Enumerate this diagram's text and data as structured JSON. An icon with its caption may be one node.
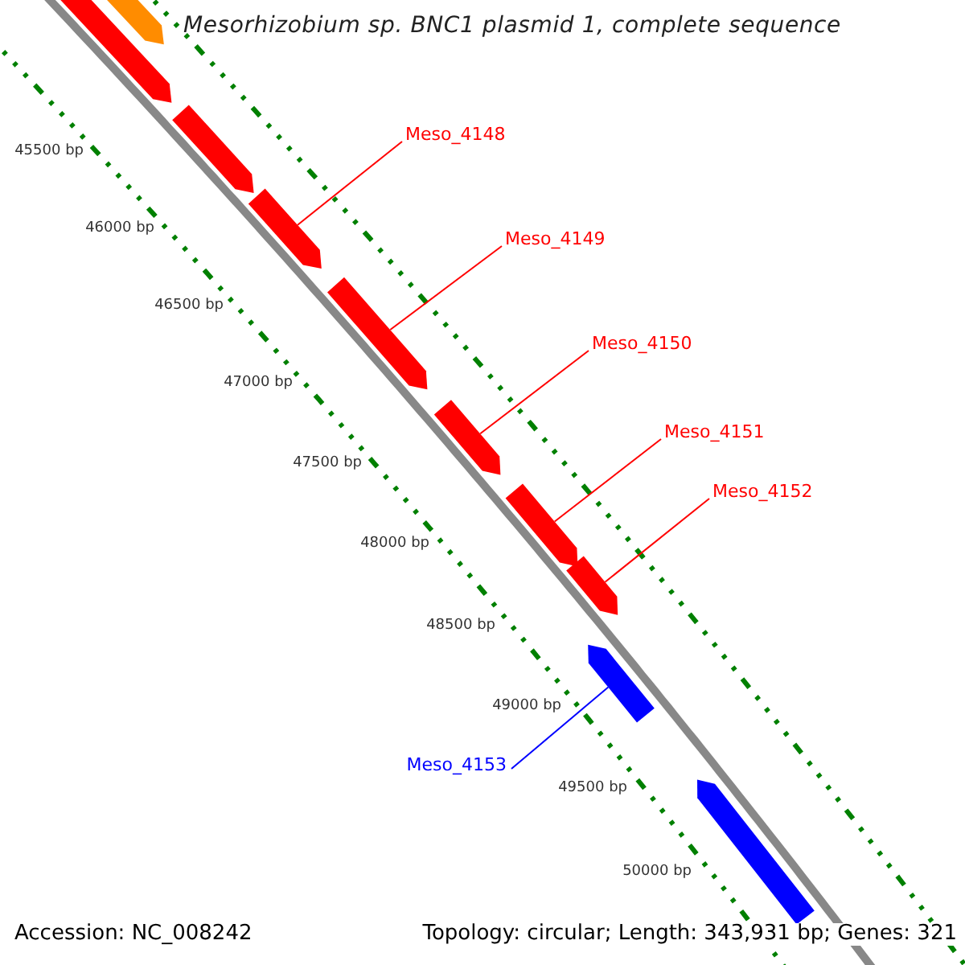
{
  "diagram": {
    "title": "Mesorhizobium sp. BNC1 plasmid 1, complete sequence",
    "nodes": [
      {
        "text": [
          "Meso_4148"
        ]
      },
      {
        "text": [
          "Meso_4149"
        ]
      },
      {
        "text": [
          "Meso_4150"
        ]
      },
      {
        "text": [
          "Meso_4151"
        ]
      },
      {
        "text": [
          "Meso_4152"
        ]
      },
      {
        "text": [
          "Meso_4153"
        ]
      },
      {
        "text": [],
        "shape": "bar"
      },
      {
        "text": [],
        "shape": "bar"
      },
      {
        "text": [],
        "shape": "bar"
      },
      {
        "text": [],
        "shape": "bar"
      },
      {
        "text": [],
        "shape": "bar"
      },
      {
        "text": [],
        "shape": "bar"
      },
      {
        "text": [],
        "shape": "bar"
      },
      {
        "text": [],
        "shape": "bar"
      },
      {
        "text": [],
        "shape": "bar"
      },
      {
        "text": [],
        "shape": "bar"
      }
    ],
    "edges": [
      {
        "from": 0,
        "to": 9,
        "arrow": "none"
      },
      {
        "from": 1,
        "to": 10,
        "arrow": "none"
      },
      {
        "from": 2,
        "to": 11,
        "arrow": "none"
      },
      {
        "from": 3,
        "to": 12,
        "arrow": "none"
      },
      {
        "from": 4,
        "to": 13,
        "arrow": "none"
      },
      {
        "from": 5,
        "to": 14,
        "arrow": "none",
        "color": "#0000ff"
      }
    ],
    "labels": [
      "45500 bp",
      "46000 bp",
      "46500 bp",
      "47000 bp",
      "47500 bp",
      "48000 bp",
      "48500 bp",
      "49000 bp",
      "49500 bp",
      "50000 bp",
      "Accession: NC_008242",
      "Topology: circular; Length: 343,931 bp; Genes: 321"
    ]
  }
}
